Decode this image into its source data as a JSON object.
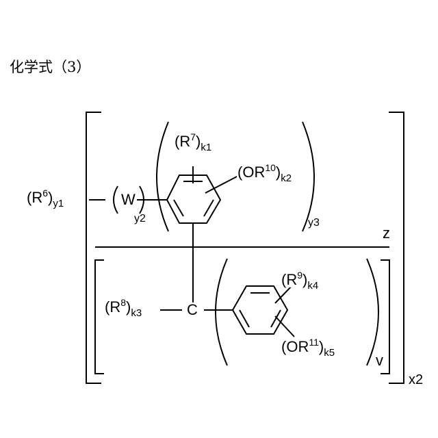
{
  "caption": "化学式（3）",
  "groups": {
    "r6": {
      "open": "(R",
      "sup": "6",
      "close": ")",
      "sub": "y1"
    },
    "w": {
      "text": "W"
    },
    "y2": "y2",
    "r7": {
      "open": "(R",
      "sup": "7",
      "close": ")",
      "sub": "k1"
    },
    "or10": {
      "open": "(OR",
      "sup": "10",
      "close": ")",
      "sub": "k2"
    },
    "y3": "y3",
    "z": "z",
    "r8": {
      "open": "(R",
      "sup": "8",
      "close": ")",
      "sub": "k3"
    },
    "c": {
      "text": "C"
    },
    "r9": {
      "open": "(R",
      "sup": "9",
      "close": ")",
      "sub": "k4"
    },
    "or11": {
      "open": "(OR",
      "sup": "11",
      "close": ")",
      "sub": "k5"
    },
    "v": "v",
    "x2": "x2"
  }
}
